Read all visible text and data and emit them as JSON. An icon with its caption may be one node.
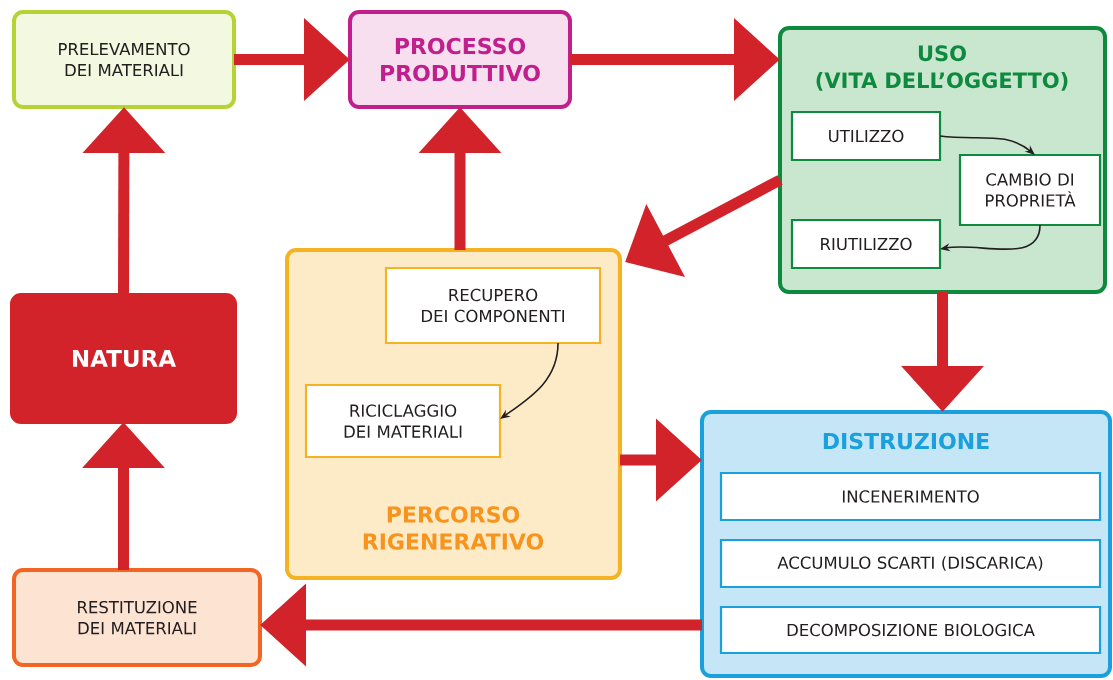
{
  "diagram": {
    "nodes": [
      {
        "text": [
          "PRELEVAMENTO DEI MATERIALI"
        ]
      },
      {
        "text": [
          "PROCESSO PRODUTTIVO"
        ]
      },
      {
        "text": [
          "USO (VITA DELL’OGGETTO)"
        ]
      },
      {
        "text": [
          "UTILIZZO"
        ],
        "in": 2
      },
      {
        "text": [
          "CAMBIO DI PROPRIETÀ"
        ],
        "in": 2
      },
      {
        "text": [
          "RIUTILIZZO"
        ],
        "in": 2
      },
      {
        "text": [
          "NATURA"
        ]
      },
      {
        "text": [
          "PERCORSO RIGENERATIVO"
        ]
      },
      {
        "text": [
          "RECUPERO DEI COMPONENTI"
        ],
        "in": 7
      },
      {
        "text": [
          "RICICLAGGIO DEI MATERIALI"
        ],
        "in": 7
      },
      {
        "text": [
          "DISTRUZIONE"
        ]
      },
      {
        "text": [
          "INCENERIMENTO"
        ],
        "in": 10
      },
      {
        "text": [
          "ACCUMULO SCARTI (DISCARICA)"
        ],
        "in": 10
      },
      {
        "text": [
          "DECOMPOSIZIONE BIOLOGICA"
        ],
        "in": 10
      },
      {
        "text": [
          "RESTITUZIONE DEI MATERIALI"
        ]
      }
    ],
    "edges": [
      {
        "from": 0,
        "to": 1,
        "arrow": "to"
      },
      {
        "from": 1,
        "to": 2,
        "arrow": "to"
      },
      {
        "from": 2,
        "to": 7,
        "arrow": "to"
      },
      {
        "from": 2,
        "to": 10,
        "arrow": "to"
      },
      {
        "from": 7,
        "to": 1,
        "arrow": "to"
      },
      {
        "from": 7,
        "to": 10,
        "arrow": "to"
      },
      {
        "from": 10,
        "to": 14,
        "arrow": "to"
      },
      {
        "from": 14,
        "to": 6,
        "arrow": "to"
      },
      {
        "from": 6,
        "to": 0,
        "arrow": "to"
      },
      {
        "from": 3,
        "to": 4,
        "arrow": "to",
        "color": "#231f20"
      },
      {
        "from": 4,
        "to": 5,
        "arrow": "to",
        "color": "#231f20"
      },
      {
        "from": 8,
        "to": 9,
        "arrow": "to",
        "color": "#231f20"
      }
    ]
  }
}
